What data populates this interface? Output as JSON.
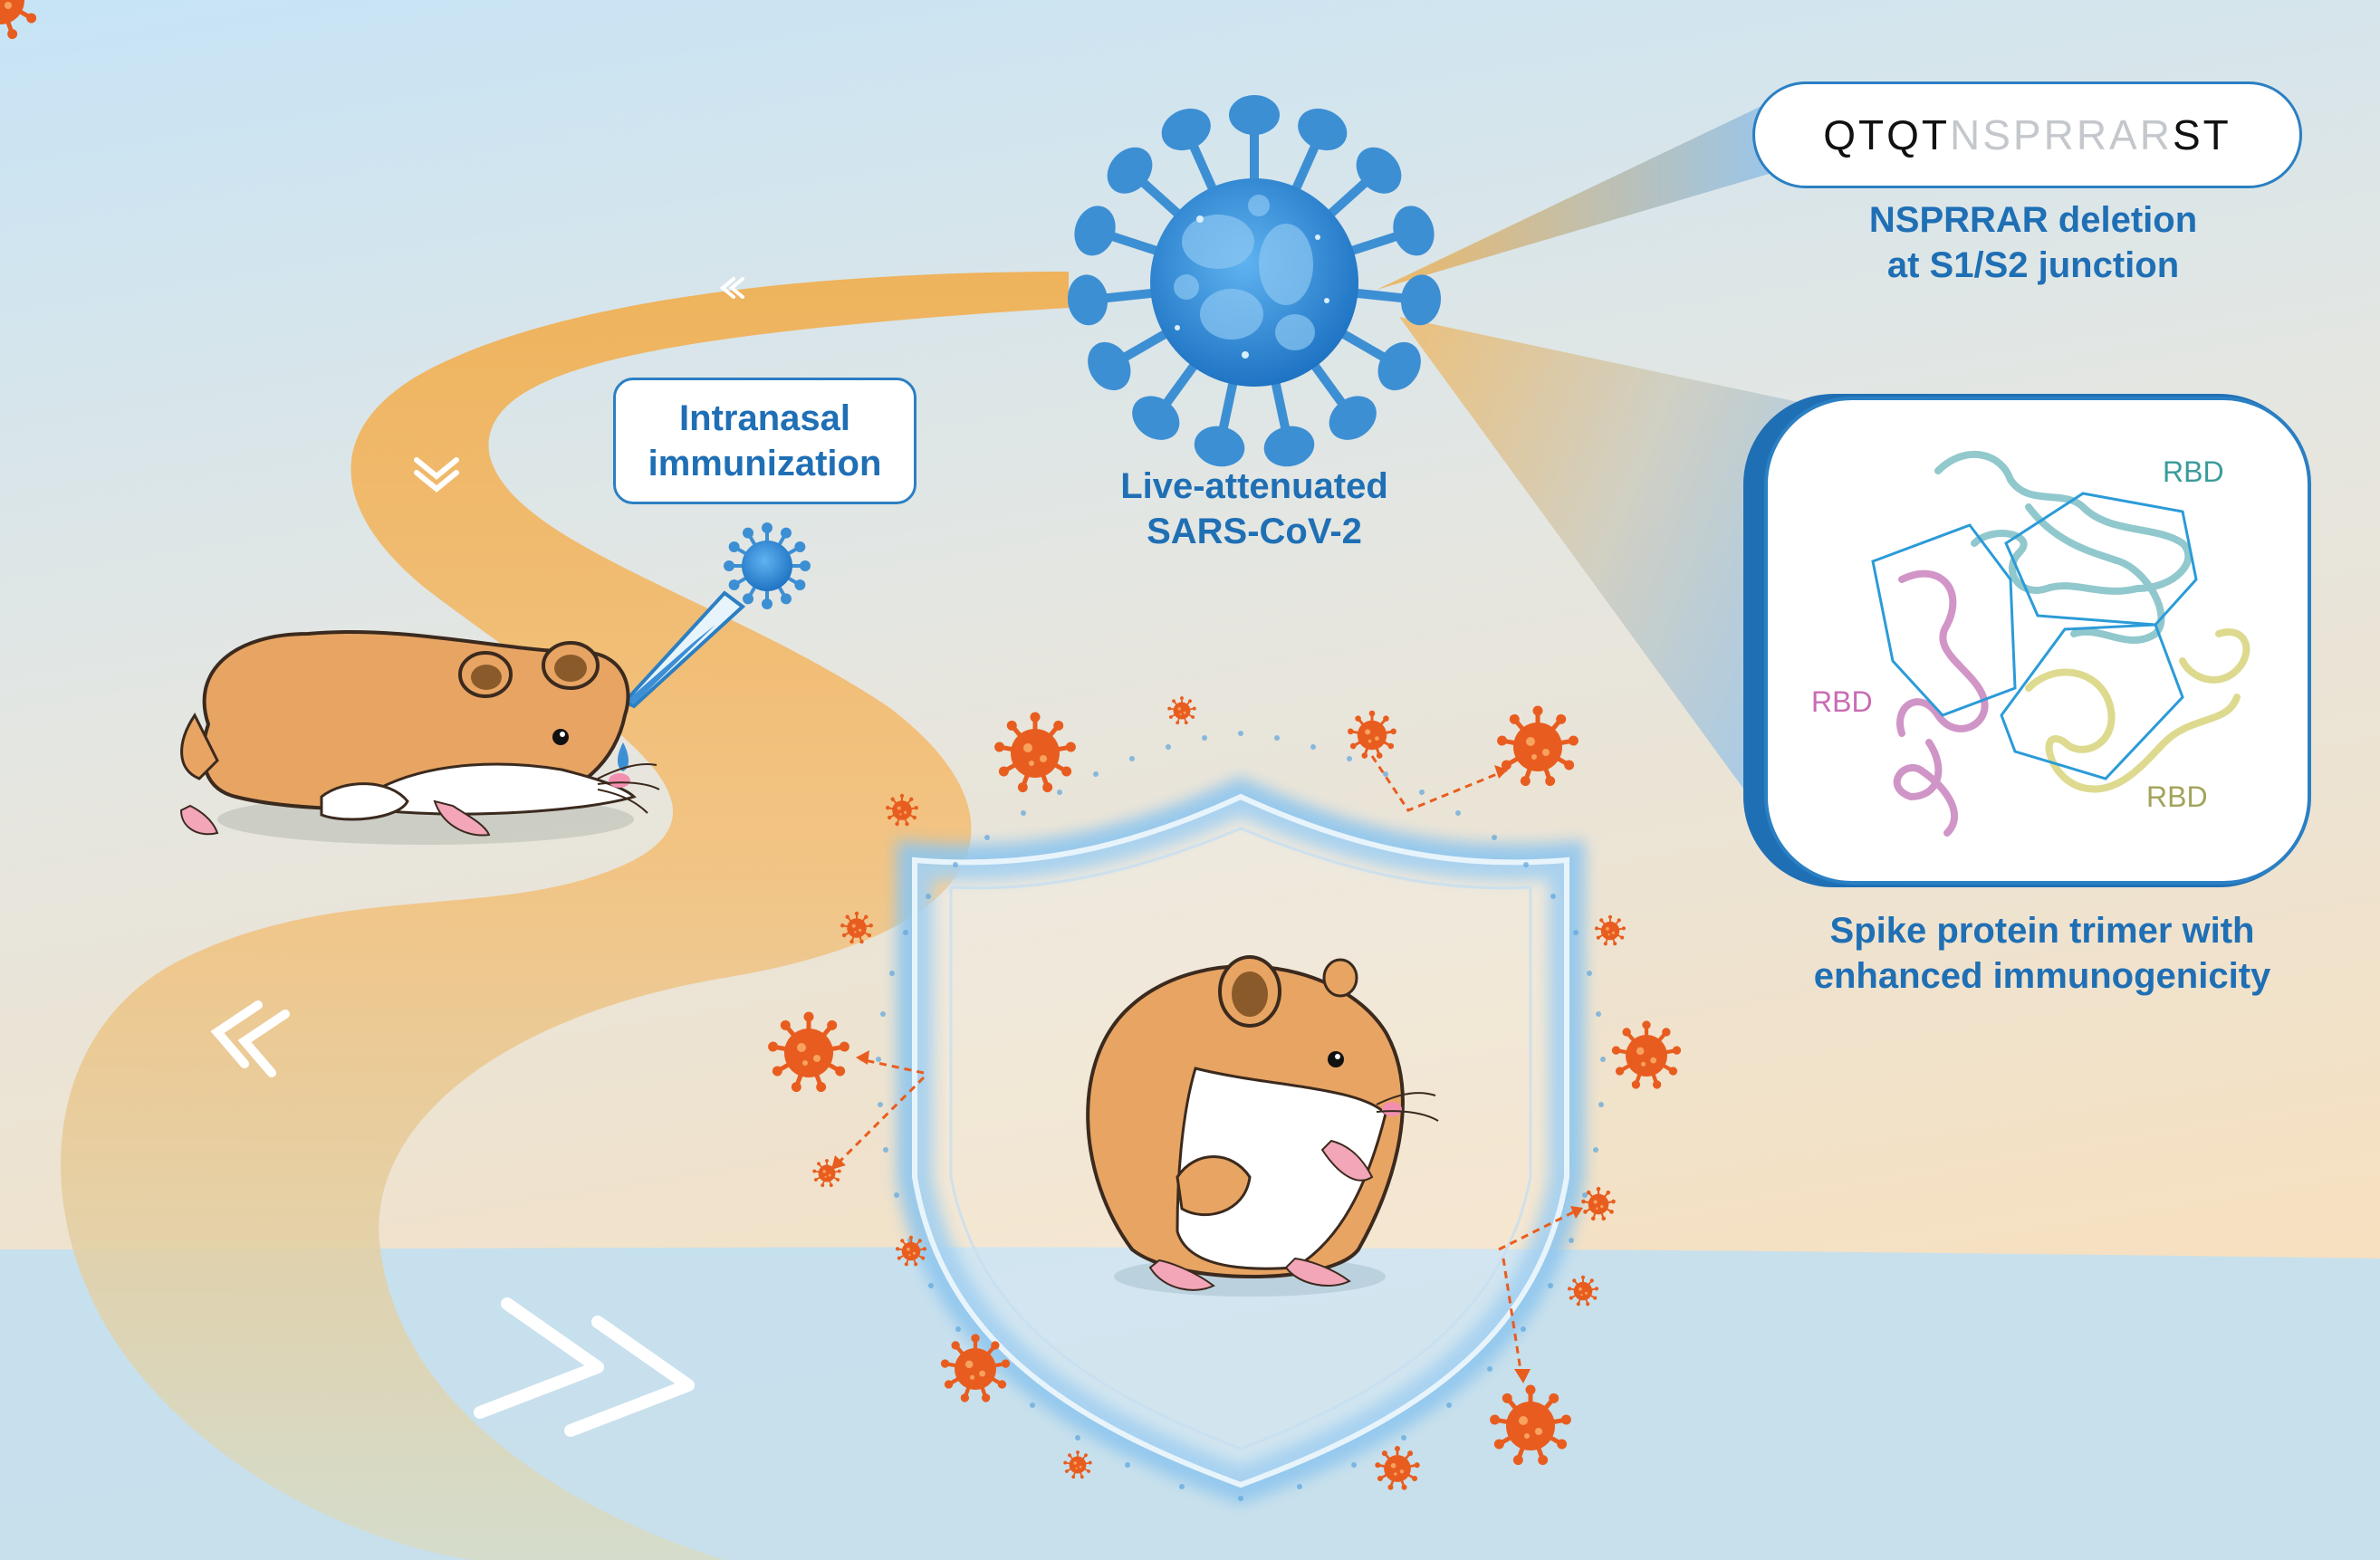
{
  "labels": {
    "intranasal_line1": "Intranasal",
    "intranasal_line2": "immunization",
    "virus_line1": "Live-attenuated",
    "virus_line2": "SARS-CoV-2",
    "deletion_line1": "NSPRRAR deletion",
    "deletion_line2": "at S1/S2 junction",
    "spike_line1": "Spike protein trimer with",
    "spike_line2": "enhanced immunogenicity"
  },
  "sequence": {
    "prefix": "QTQT",
    "deleted": "NSPRRAR",
    "suffix": "ST"
  },
  "rbd_labels": [
    "RBD",
    "RBD",
    "RBD"
  ],
  "colors": {
    "label_blue": "#1f6fb5",
    "path_orange": "#f2b04e",
    "virus_blue": "#2f86d0",
    "pathogen_red": "#e85d1f",
    "hamster_fur": "#e8a463",
    "rbd_teal": "#3a9b9a",
    "rbd_pink": "#c96bb4",
    "rbd_olive": "#a3a35a"
  }
}
